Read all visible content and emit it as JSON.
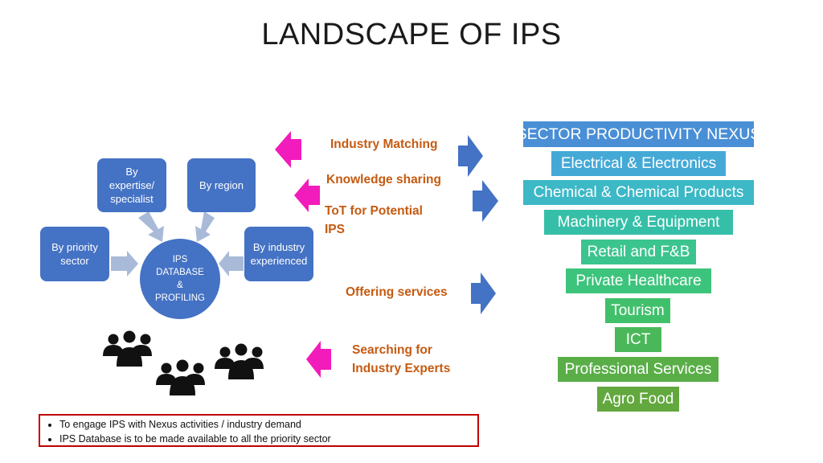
{
  "title": "LANDSCAPE OF IPS",
  "hub": {
    "label_lines": [
      "IPS",
      "DATABASE",
      "&",
      "PROFILING"
    ]
  },
  "categories": {
    "expertise": [
      "By",
      "expertise/",
      "specialist"
    ],
    "region": [
      "By region"
    ],
    "priority": [
      "By priority",
      "sector"
    ],
    "industry": [
      "By industry",
      "experienced"
    ]
  },
  "flows": {
    "industry_matching": "Industry Matching",
    "knowledge_sharing": "Knowledge sharing",
    "tot_lines": [
      "ToT for Potential",
      "IPS"
    ],
    "offering_services": "Offering services",
    "searching_lines": [
      "Searching for",
      "Industry Experts"
    ]
  },
  "sectors": {
    "header": "SECTOR PRODUCTIVITY NEXUS",
    "items": [
      {
        "name": "Electrical & Electronics",
        "color": "#45a9d6"
      },
      {
        "name": "Chemical & Chemical Products",
        "color": "#3cb8c6"
      },
      {
        "name": "Machinery & Equipment",
        "color": "#36bfa8"
      },
      {
        "name": "Retail and F&B",
        "color": "#3cc48f"
      },
      {
        "name": "Private Healthcare",
        "color": "#3dc47c"
      },
      {
        "name": "Tourism",
        "color": "#41c06b"
      },
      {
        "name": "ICT",
        "color": "#4ab85a"
      },
      {
        "name": "Professional Services",
        "color": "#5aae48"
      },
      {
        "name": "Agro Food",
        "color": "#62a83e"
      }
    ],
    "header_color": "#4a8fd6"
  },
  "notes": [
    "To engage IPS with Nexus activities / industry demand",
    "IPS Database is to be made available to all the priority sector"
  ],
  "colors": {
    "box_blue": "#4472c4",
    "arrow_blue": "#4472c4",
    "arrow_magenta": "#f21bbb",
    "label_orange": "#c55a11",
    "note_border": "#c00000",
    "light_arrow": "#a9bad9"
  },
  "icons": [
    "people-group-icon",
    "people-group-icon",
    "people-group-icon"
  ]
}
